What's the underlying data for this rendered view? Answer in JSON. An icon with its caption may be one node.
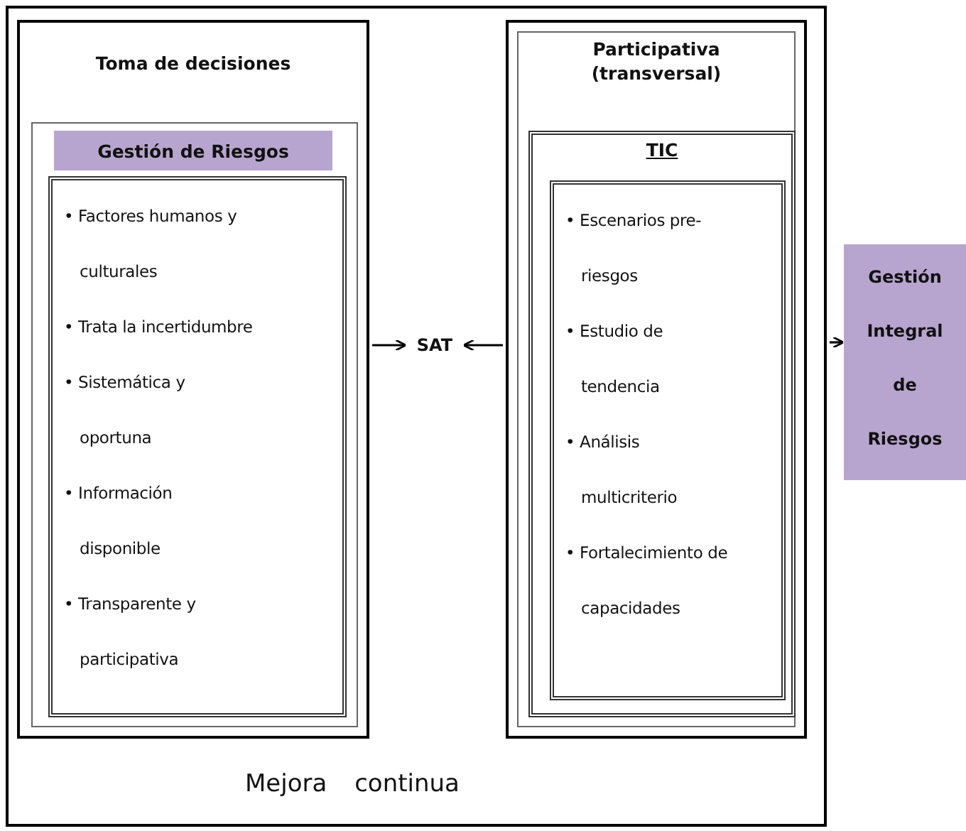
{
  "diagram": {
    "nodes": [
      {
        "text": [
          "Mejora continua"
        ]
      },
      {
        "text": [
          "Toma de decisiones"
        ],
        "in": 0
      },
      {
        "text": [
          "Gestión de Riesgos"
        ],
        "in": 1
      },
      {
        "text": [
          "• Factores humanos y culturales",
          "• Trata la incertidumbre",
          "• Sistemática y oportuna",
          "• Información disponible",
          "• Transparente y participativa"
        ],
        "in": 1
      },
      {
        "text": [
          "SAT"
        ],
        "in": 0
      },
      {
        "text": [
          "Participativa (transversal)"
        ],
        "in": 0
      },
      {
        "text": [
          "TIC"
        ],
        "in": 5
      },
      {
        "text": [
          "• Escenarios pre-riesgos",
          "• Estudio de tendencia",
          "• Análisis multicriterio",
          "• Fortalecimiento de capacidades"
        ],
        "in": 6
      },
      {
        "text": [
          "Gestión Integral de Riesgos"
        ]
      }
    ],
    "edges": [
      {
        "from": 1,
        "to": 4,
        "arrow": "to"
      },
      {
        "from": 5,
        "to": 4,
        "arrow": "to"
      },
      {
        "from": 0,
        "to": 8,
        "arrow": "to"
      }
    ]
  }
}
